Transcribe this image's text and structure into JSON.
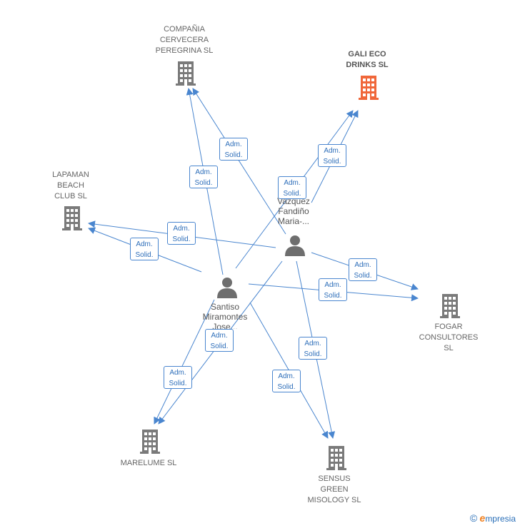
{
  "colors": {
    "edge": "#4a86cf",
    "node_building": "#7a7a7a",
    "node_building_highlight": "#f0673a",
    "person": "#6e6e6e"
  },
  "nodes": {
    "compania": {
      "label": "COMPAÑIA\nCERVECERA\nPEREGRINA SL",
      "icon": "building-icon"
    },
    "gali": {
      "label": "GALI ECO\nDRINKS  SL",
      "icon": "building-icon",
      "highlight": true
    },
    "lapaman": {
      "label": "LAPAMAN\nBEACH\nCLUB  SL",
      "icon": "building-icon"
    },
    "fogar": {
      "label": "FOGAR\nCONSULTORES\nSL",
      "icon": "building-icon"
    },
    "marelume": {
      "label": "MARELUME  SL",
      "icon": "building-icon"
    },
    "sensus": {
      "label": "SENSUS\nGREEN\nMISOLOGY  SL",
      "icon": "building-icon"
    },
    "vazquez": {
      "label": "Vazquez\nFandiño\nMaria-...",
      "icon": "person-icon"
    },
    "santiso": {
      "label": "Santiso\nMiramontes\nJose...",
      "icon": "person-icon"
    }
  },
  "edge_label": "Adm.\nSolid.",
  "edges": [
    {
      "from": "santiso",
      "to": "compania",
      "label": "Adm.\nSolid."
    },
    {
      "from": "vazquez",
      "to": "compania",
      "label": "Adm.\nSolid."
    },
    {
      "from": "santiso",
      "to": "gali",
      "label": "Adm.\nSolid."
    },
    {
      "from": "vazquez",
      "to": "gali",
      "label": "Adm.\nSolid."
    },
    {
      "from": "vazquez",
      "to": "lapaman",
      "label": "Adm.\nSolid."
    },
    {
      "from": "santiso",
      "to": "lapaman",
      "label": "Adm.\nSolid."
    },
    {
      "from": "vazquez",
      "to": "fogar",
      "label": "Adm.\nSolid."
    },
    {
      "from": "santiso",
      "to": "fogar",
      "label": "Adm.\nSolid."
    },
    {
      "from": "vazquez",
      "to": "marelume",
      "label": "Adm.\nSolid."
    },
    {
      "from": "santiso",
      "to": "marelume",
      "label": "Adm.\nSolid."
    },
    {
      "from": "vazquez",
      "to": "sensus",
      "label": "Adm.\nSolid."
    },
    {
      "from": "santiso",
      "to": "sensus",
      "label": "Adm.\nSolid."
    }
  ],
  "footer": {
    "copyright_symbol": "©",
    "brand_initial": "e",
    "brand_rest": "mpresia"
  }
}
